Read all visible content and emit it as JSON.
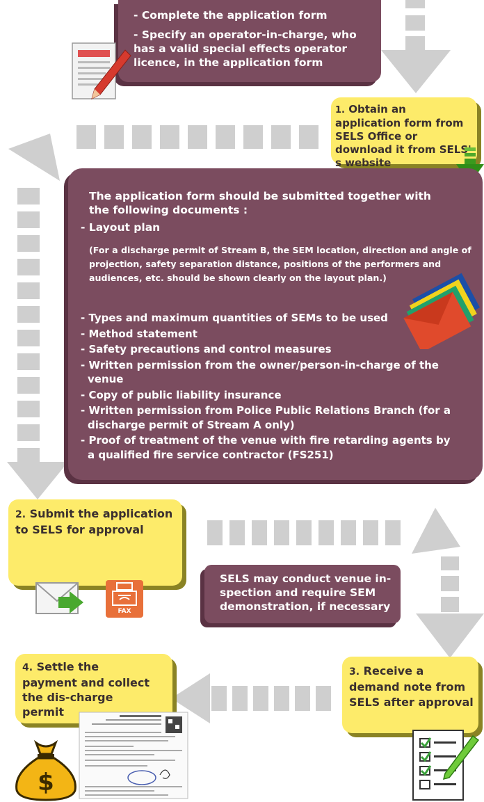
{
  "top_box": {
    "line1": "-  Complete the application form",
    "line2": "- Specify an operator-in-charge, who has a valid special effects operator licence, in the application form"
  },
  "step1": {
    "number": "1.",
    "text": "Obtain an application form from SELS Office or download it from SELS' s website"
  },
  "docs_box": {
    "intro": "The application form should be submitted together with the following documents :",
    "item1": "- Layout plan",
    "note": "(For a discharge permit of Stream B, the SEM location, direction and angle of projection, safety separation distance, positions of the performers and audiences, etc. should be shown clearly on the layout plan.)",
    "items": [
      "- Types and maximum quantities of SEMs to be used",
      "- Method statement",
      "- Safety precautions and control measures",
      "- Written permission from the owner/person-in-charge of the venue",
      "- Copy of public liability insurance",
      "- Written permission from Police Public Relations Branch (for a discharge permit of Stream A only)",
      "- Proof of treatment of the venue with fire retarding agents by a qualified fire service contractor  (FS251)"
    ]
  },
  "step2": {
    "number": "2.",
    "text": "Submit the application to SELS for approval",
    "fax_label": "FAX"
  },
  "inspection": {
    "text": "SELS may conduct venue in-spection and require SEM demonstration, if necessary"
  },
  "step3": {
    "number": "3.",
    "text": "Receive a demand note from SELS after approval"
  },
  "step4": {
    "number": "4.",
    "text": "Settle the payment and collect the dis-charge permit"
  },
  "icons": [
    "form-pen-icon",
    "envelopes-icon",
    "download-arrow-icon",
    "email-forward-icon",
    "fax-icon",
    "permit-document-icon",
    "money-bag-icon",
    "checklist-icon"
  ],
  "colors": {
    "plum": "#7b4c5f",
    "yellow": "#fdeb6a",
    "arrow_grey": "#cfcfcf"
  }
}
